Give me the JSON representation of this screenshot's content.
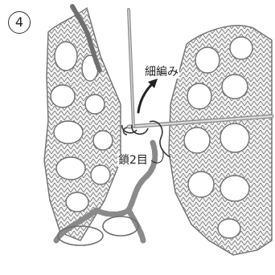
{
  "diagram": {
    "step_number": "4",
    "labels": {
      "single_crochet": "細編み",
      "chain_2": "鎖2目"
    },
    "colors": {
      "yarn_outline": "#6f6f6f",
      "yarn_fill": "#eeeeee",
      "highlight_yarn": "#8a8a8a",
      "needle": "#8f8f8f",
      "arrow": "#222222"
    }
  }
}
